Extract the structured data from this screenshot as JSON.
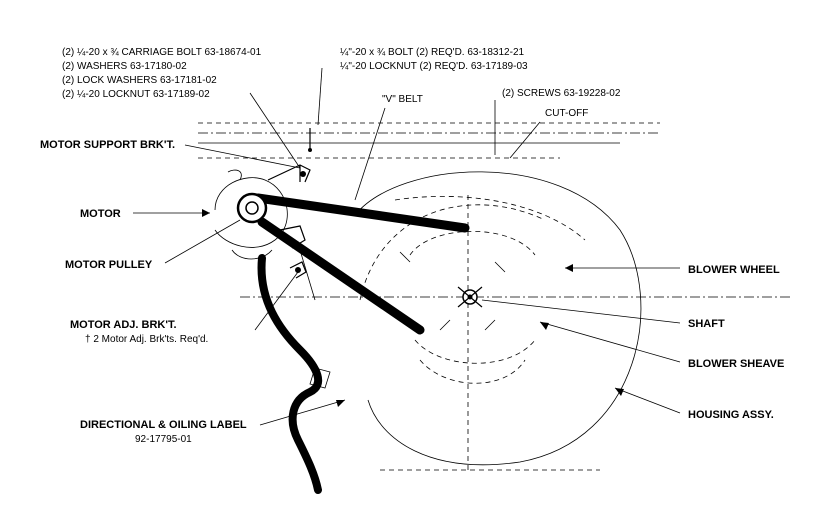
{
  "labels": {
    "carriage_bolt": "(2) ¼-20 x ¾ CARRIAGE BOLT 63-18674-01",
    "washers": "(2) WASHERS 63-17180-02",
    "lock_washers": "(2) LOCK WASHERS 63-17181-02",
    "locknut_left": "(2) ¼-20 LOCKNUT 63-17189-02",
    "bolt_right": "¼\"-20 x ¾ BOLT (2) REQ'D. 63-18312-21",
    "locknut_right": "¼\"-20 LOCKNUT (2) REQ'D. 63-17189-03",
    "v_belt": "\"V\" BELT",
    "screws": "(2) SCREWS 63-19228-02",
    "cut_off": "CUT-OFF",
    "motor_support": "MOTOR SUPPORT BRK'T.",
    "motor": "MOTOR",
    "motor_pulley": "MOTOR PULLEY",
    "motor_adj": "MOTOR ADJ. BRK'T.",
    "motor_adj_note": "† 2 Motor Adj. Brk'ts. Req'd.",
    "directional_label": "DIRECTIONAL & OILING LABEL",
    "directional_part": "92-17795-01",
    "blower_wheel": "BLOWER WHEEL",
    "shaft": "SHAFT",
    "blower_sheave": "BLOWER SHEAVE",
    "housing": "HOUSING ASSY."
  }
}
